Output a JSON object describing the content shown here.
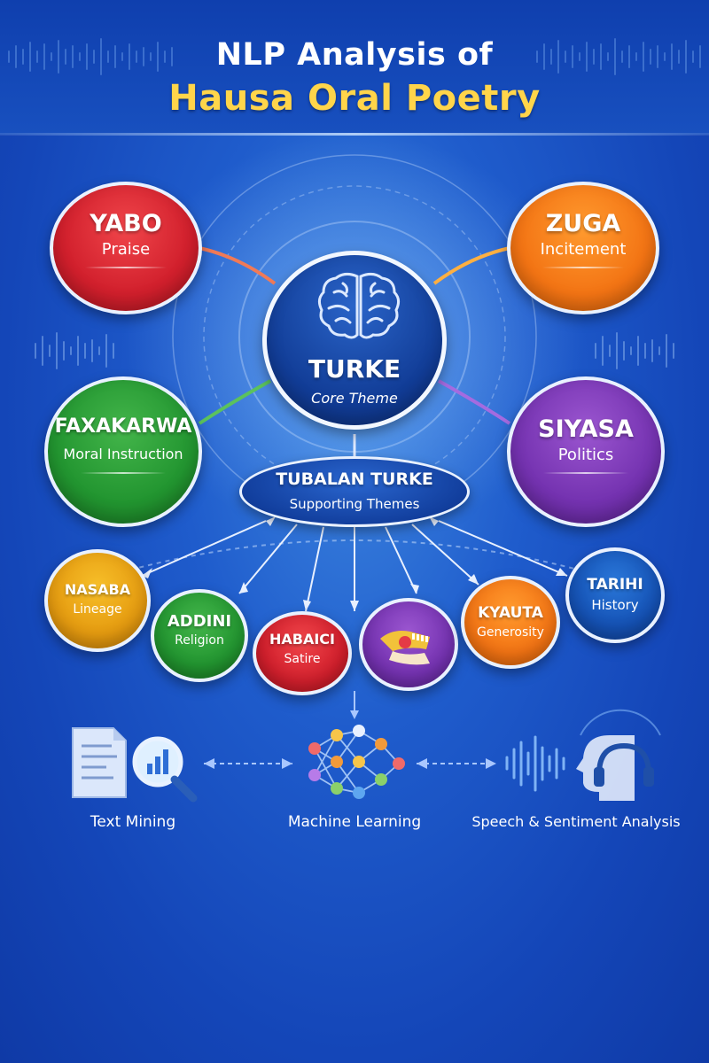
{
  "title": {
    "line1": "NLP Analysis of",
    "line2": "Hausa Oral Poetry"
  },
  "core": {
    "label": "TURKE",
    "sub": "Core Theme",
    "icon": "brain-icon"
  },
  "major_themes": [
    {
      "label": "YABO",
      "sub": "Praise",
      "color": "#d11f2c"
    },
    {
      "label": "ZUGA",
      "sub": "Incitement",
      "color": "#f37414"
    },
    {
      "label": "FAXAKARWA",
      "sub": "Moral Instruction",
      "color": "#229530"
    },
    {
      "label": "SIYASA",
      "sub": "Politics",
      "color": "#7432b0"
    }
  ],
  "supporting": {
    "label": "TUBALAN TURKE",
    "sub": "Supporting Themes"
  },
  "minor_themes": [
    {
      "label": "NASABA",
      "sub": "Lineage",
      "color": "#e59b10"
    },
    {
      "label": "ADDINI",
      "sub": "Religion",
      "color": "#229530"
    },
    {
      "label": "HABAICI",
      "sub": "Satire",
      "color": "#d11f2c"
    },
    {
      "label": "",
      "sub": "",
      "color": "#7432b0",
      "icon": "drum-icon"
    },
    {
      "label": "KYAUTA",
      "sub": "Generosity",
      "color": "#f37414"
    },
    {
      "label": "TARIHI",
      "sub": "History",
      "color": "#1552b5"
    }
  ],
  "tools": [
    {
      "label": "Text Mining",
      "icon": "document-search-icon"
    },
    {
      "label": "Machine Learning",
      "icon": "neural-network-icon"
    },
    {
      "label": "Speech & Sentiment Analysis",
      "icon": "speech-headphones-icon"
    }
  ]
}
